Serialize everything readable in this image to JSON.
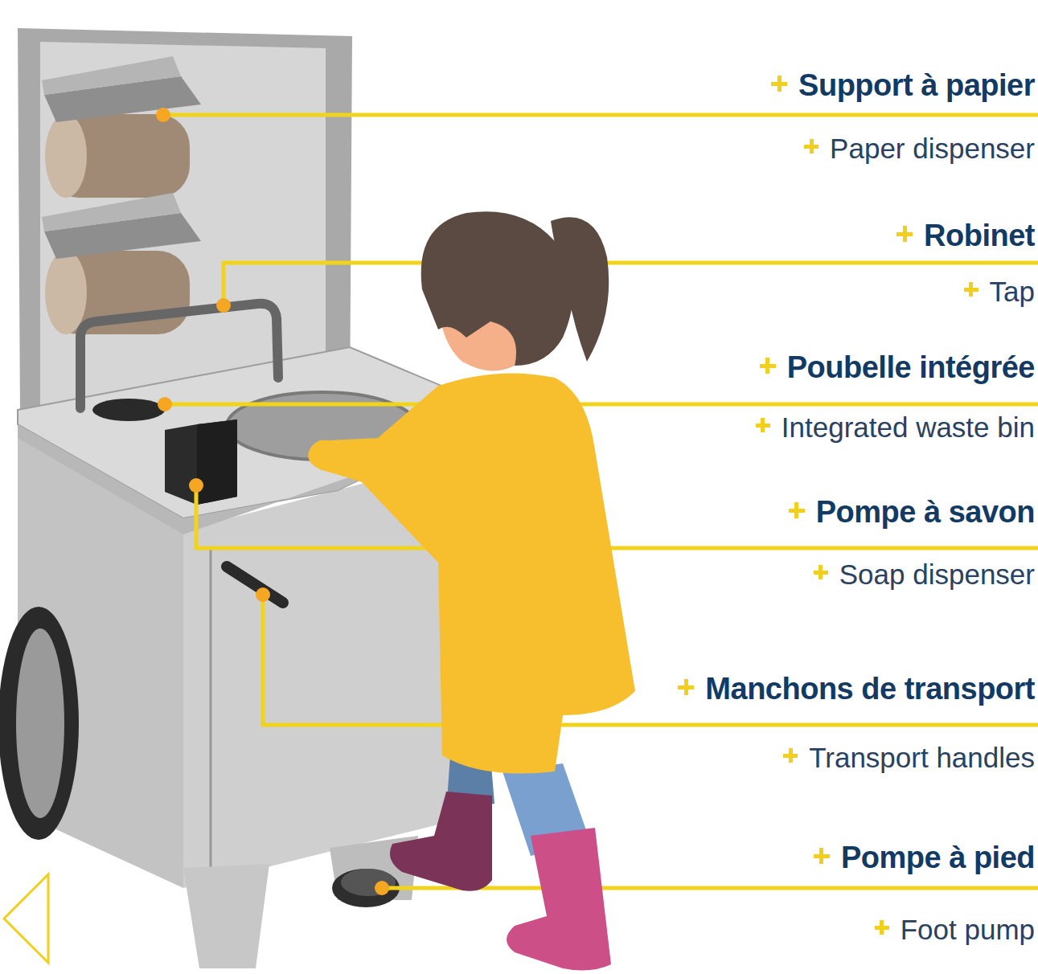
{
  "diagram": {
    "labels": [
      "Support à papier",
      "Paper dispenser",
      "Robinet",
      "Tap",
      "Poubelle intégrée",
      "Integrated waste bin",
      "Pompe à savon",
      "Soap dispenser",
      "Manchons de transport",
      "Transport handles",
      "Pompe à pied",
      "Foot pump"
    ]
  }
}
